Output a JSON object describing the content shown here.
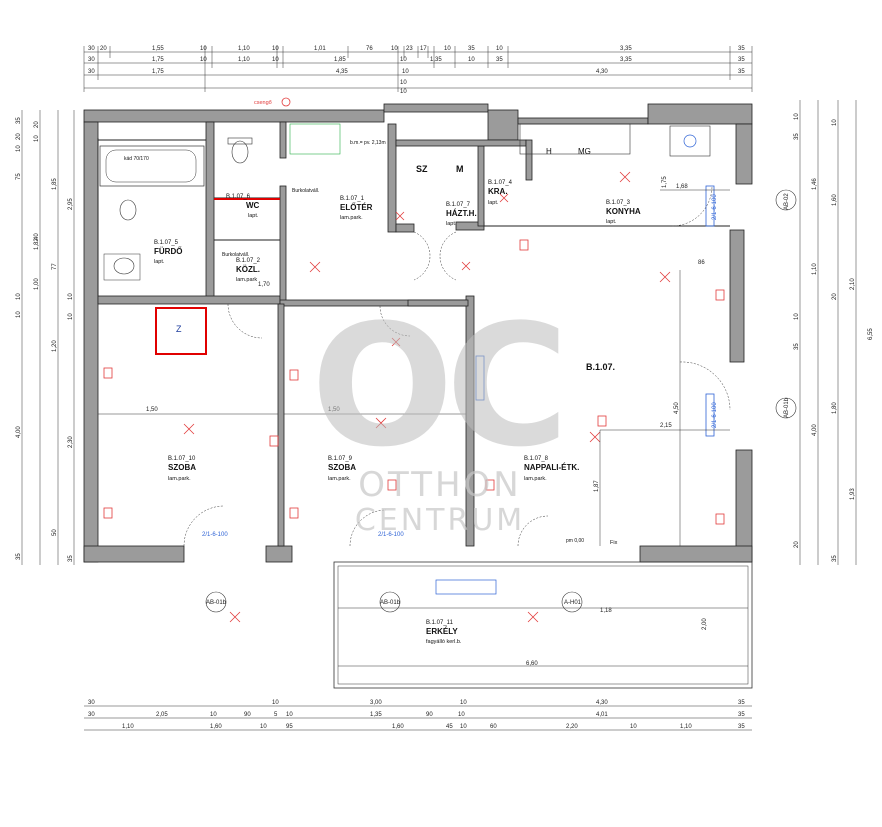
{
  "watermark": {
    "logo": "OC",
    "line1": "OTTHON",
    "line2": "CENTRUM"
  },
  "apartment": {
    "label": "B.1.07."
  },
  "rooms": [
    {
      "code": "B.1.07_1",
      "name": "ELŐTÉR",
      "floor": "lam.park."
    },
    {
      "code": "B.1.07_6",
      "name": "WC",
      "floor": "lapt."
    },
    {
      "code": "B.1.07_5",
      "name": "FÜRDŐ",
      "floor": "lapt."
    },
    {
      "code": "B.1.07_2",
      "name": "KÖZL.",
      "floor": "lam.park"
    },
    {
      "code": "B.1.07_7",
      "name": "HÁZT.H.",
      "floor": "lapt."
    },
    {
      "code": "B.1.07_4",
      "name": "KRA.",
      "floor": "lapt."
    },
    {
      "code": "B.1.07_3",
      "name": "KONYHA",
      "floor": "lapt."
    },
    {
      "code": "B.1.07_10",
      "name": "SZOBA",
      "floor": "lam.park."
    },
    {
      "code": "B.1.07_9",
      "name": "SZOBA",
      "floor": "lam.park."
    },
    {
      "code": "B.1.07_8",
      "name": "NAPPALI-ÉTK.",
      "floor": "lam.park."
    },
    {
      "code": "B.1.07_11",
      "name": "ERKÉLY",
      "floor": "fagyálló kerl.b."
    }
  ],
  "fixtures": {
    "sz": "SZ",
    "m": "M",
    "h": "H",
    "mg": "MG",
    "z": "Z",
    "bathtub": "kád 70/170",
    "cengo": "csengő",
    "burkolat": "Burkolatváll.",
    "ceiling_height": "b.m.= pv. 2,13m",
    "fix": "Fix",
    "pm": "pm 0,00"
  },
  "dims_top": {
    "row1": [
      "30",
      "20",
      "1,55",
      "10",
      "1,10",
      "10",
      "1,01",
      "76",
      "10",
      "23",
      "17",
      "10",
      "35",
      "10",
      "3,35",
      "35"
    ],
    "row2": [
      "30",
      "1,75",
      "10",
      "1,10",
      "10",
      "1,85",
      "10",
      "1,35",
      "10",
      "35",
      "3,35",
      "35"
    ],
    "row3": [
      "30",
      "1,75",
      "4,35",
      "10",
      "4,30",
      "35"
    ],
    "row4": [
      "10",
      "10"
    ]
  },
  "dims_bottom": {
    "row1": [
      "30",
      "10",
      "3,00",
      "10",
      "4,30",
      "35"
    ],
    "row2": [
      "30",
      "2,05",
      "10",
      "90",
      "5",
      "10",
      "1,35",
      "90",
      "10",
      "4,01",
      "35"
    ],
    "row3": [
      "1,10",
      "1,60",
      "10",
      "95",
      "1,60",
      "45",
      "10",
      "60",
      "2,20",
      "10",
      "1,10",
      "35"
    ]
  },
  "dims_left_outer": [
    "35",
    "20",
    "10",
    "75",
    "1,82",
    "10",
    "1,00",
    "10",
    "1,20",
    "4,00",
    "50",
    "35"
  ],
  "dims_left_inner": [
    "20",
    "10",
    "1,85",
    "2,95",
    "40",
    "10",
    "77",
    "10",
    "2,30",
    "35"
  ],
  "dims_right_outer": [
    "10",
    "35",
    "1,46",
    "2,10",
    "10",
    "6,55",
    "35",
    "1,93",
    "20"
  ],
  "dims_right_inner": [
    "10",
    "1,10",
    "1,60",
    "20",
    "1,80",
    "4,00",
    "35"
  ],
  "inner_dims": [
    "1,50",
    "1,50",
    "2,15",
    "4,50",
    "1,87",
    "1,68",
    "1,75",
    "6,60",
    "2,00",
    "1,18",
    "1,70",
    "86"
  ],
  "section_marks": [
    "AB-01b",
    "AB-01b",
    "A-H01",
    "AB-02",
    "AB-01b"
  ],
  "window_marks": [
    "2/1-6-100",
    "2/1-6-100",
    "2/1-6-100",
    "2/1-6-100"
  ]
}
